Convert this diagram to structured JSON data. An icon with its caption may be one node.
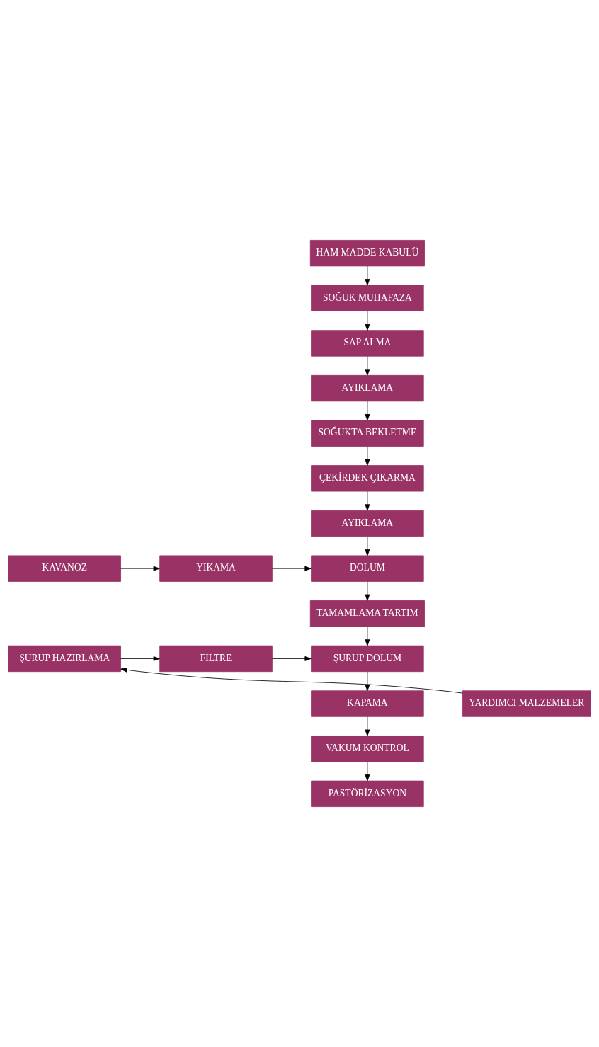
{
  "diagram": {
    "nodes": [
      {
        "text": [
          "HAM MADDE KABULÜ"
        ]
      },
      {
        "text": [
          "SOĞUK MUHAFAZA"
        ]
      },
      {
        "text": [
          "SAP ALMA"
        ]
      },
      {
        "text": [
          "AYIKLAMA"
        ]
      },
      {
        "text": [
          "SOĞUKTA BEKLETME"
        ]
      },
      {
        "text": [
          "ÇEKİRDEK ÇIKARMA"
        ]
      },
      {
        "text": [
          "AYIKLAMA"
        ]
      },
      {
        "text": [
          "KAVANOZ"
        ]
      },
      {
        "text": [
          "YIKAMA"
        ]
      },
      {
        "text": [
          "DOLUM"
        ]
      },
      {
        "text": [
          "TAMAMLAMA TARTIM"
        ]
      },
      {
        "text": [
          "ŞURUP HAZIRLAMA"
        ]
      },
      {
        "text": [
          "FİLTRE"
        ]
      },
      {
        "text": [
          "ŞURUP DOLUM"
        ]
      },
      {
        "text": [
          "YARDIMCI MALZEMELER"
        ]
      },
      {
        "text": [
          "KAPAMA"
        ]
      },
      {
        "text": [
          "VAKUM KONTROL"
        ]
      },
      {
        "text": [
          "PASTÖRİZASYON"
        ]
      }
    ],
    "edges": [
      {
        "from": 0,
        "to": 1,
        "arrow": "to"
      },
      {
        "from": 1,
        "to": 2,
        "arrow": "to"
      },
      {
        "from": 2,
        "to": 3,
        "arrow": "to"
      },
      {
        "from": 3,
        "to": 4,
        "arrow": "to"
      },
      {
        "from": 4,
        "to": 5,
        "arrow": "to"
      },
      {
        "from": 5,
        "to": 6,
        "arrow": "to"
      },
      {
        "from": 6,
        "to": 9,
        "arrow": "to"
      },
      {
        "from": 7,
        "to": 8,
        "arrow": "to"
      },
      {
        "from": 8,
        "to": 9,
        "arrow": "to"
      },
      {
        "from": 9,
        "to": 10,
        "arrow": "to"
      },
      {
        "from": 10,
        "to": 13,
        "arrow": "to"
      },
      {
        "from": 11,
        "to": 12,
        "arrow": "to"
      },
      {
        "from": 12,
        "to": 13,
        "arrow": "to"
      },
      {
        "from": 14,
        "to": 11,
        "arrow": "to"
      },
      {
        "from": 13,
        "to": 15,
        "arrow": "to"
      },
      {
        "from": 15,
        "to": 16,
        "arrow": "to"
      },
      {
        "from": 16,
        "to": 17,
        "arrow": "to"
      }
    ]
  }
}
